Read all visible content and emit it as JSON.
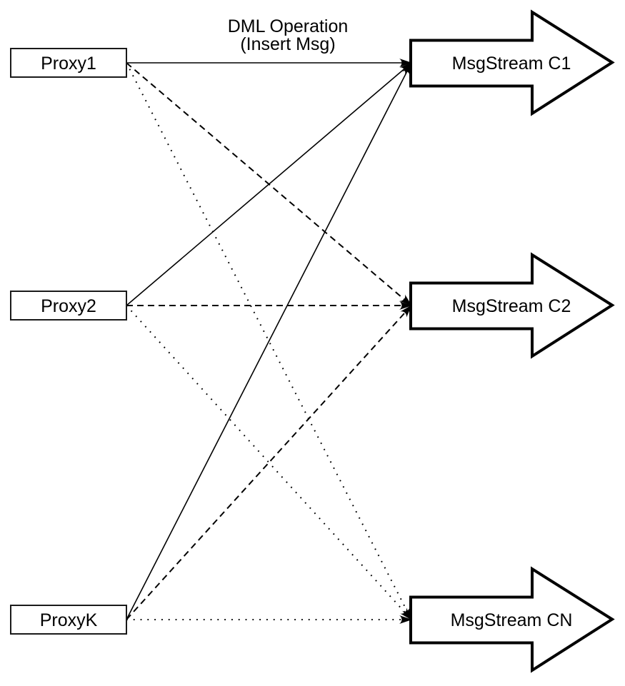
{
  "diagram": {
    "title": {
      "line1": "DML Operation",
      "line2": "(Insert Msg)"
    },
    "proxies": [
      {
        "id": "proxy1",
        "label": "Proxy1"
      },
      {
        "id": "proxy2",
        "label": "Proxy2"
      },
      {
        "id": "proxyk",
        "label": "ProxyK"
      }
    ],
    "streams": [
      {
        "id": "c1",
        "label": "MsgStream C1"
      },
      {
        "id": "c2",
        "label": "MsgStream C2"
      },
      {
        "id": "cn",
        "label": "MsgStream CN"
      }
    ],
    "edges": [
      {
        "from": "Proxy1",
        "to": "MsgStream C1",
        "style": "solid"
      },
      {
        "from": "Proxy1",
        "to": "MsgStream C2",
        "style": "dashed"
      },
      {
        "from": "Proxy1",
        "to": "MsgStream CN",
        "style": "dotted"
      },
      {
        "from": "Proxy2",
        "to": "MsgStream C1",
        "style": "solid"
      },
      {
        "from": "Proxy2",
        "to": "MsgStream C2",
        "style": "dashed"
      },
      {
        "from": "Proxy2",
        "to": "MsgStream CN",
        "style": "dotted"
      },
      {
        "from": "ProxyK",
        "to": "MsgStream C1",
        "style": "solid"
      },
      {
        "from": "ProxyK",
        "to": "MsgStream C2",
        "style": "dashed"
      },
      {
        "from": "ProxyK",
        "to": "MsgStream CN",
        "style": "dotted"
      }
    ],
    "colors": {
      "stroke": "#000000",
      "fill": "#ffffff"
    }
  }
}
